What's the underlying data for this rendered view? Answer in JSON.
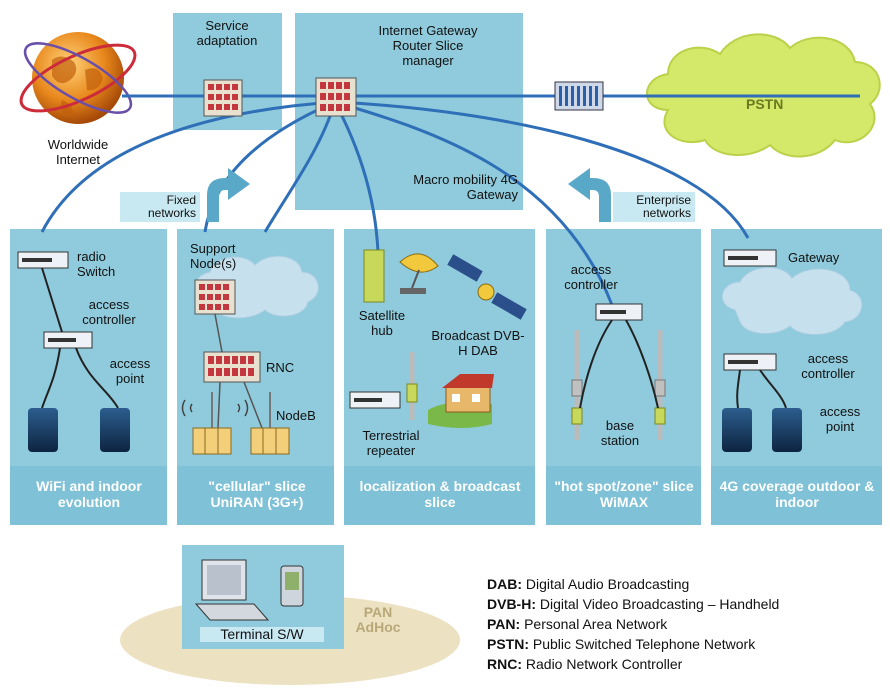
{
  "top": {
    "service_adaptation": "Service adaptation",
    "gateway_title": "Internet Gateway Router Slice manager",
    "macro_mobility": "Macro mobility 4G Gateway",
    "internet": "Worldwide Internet",
    "pstn": "PSTN",
    "fixed_networks": "Fixed networks",
    "enterprise_networks": "Enterprise networks"
  },
  "slices": {
    "wifi": {
      "labels": {
        "radio_switch": "radio Switch",
        "access_controller": "access controller",
        "access_point": "access point"
      },
      "title": "WiFi and indoor evolution"
    },
    "cellular": {
      "labels": {
        "support_node": "Support Node(s)",
        "rnc": "RNC",
        "nodeb": "NodeB"
      },
      "title": "\"cellular\" slice UniRAN (3G+)"
    },
    "broadcast": {
      "labels": {
        "satellite_hub": "Satellite hub",
        "broadcast": "Broadcast DVB-H DAB",
        "terrestrial_repeater": "Terrestrial repeater"
      },
      "title": "localization & broadcast slice"
    },
    "wimax": {
      "labels": {
        "access_controller": "access controller",
        "base_station": "base station"
      },
      "title": "\"hot spot/zone\" slice WiMAX"
    },
    "fourg": {
      "labels": {
        "gateway": "Gateway",
        "access_controller": "access controller",
        "access_point": "access point"
      },
      "title": "4G coverage outdoor & indoor"
    }
  },
  "pan": {
    "terminal": "Terminal S/W",
    "label": "PAN AdHoc"
  },
  "legend": [
    {
      "abbr": "DAB:",
      "text": "Digital Audio Broadcasting"
    },
    {
      "abbr": "DVB-H:",
      "text": "Digital Video Broadcasting – Handheld"
    },
    {
      "abbr": "PAN:",
      "text": "Personal Area Network"
    },
    {
      "abbr": "PSTN:",
      "text": "Public Switched Telephone Network"
    },
    {
      "abbr": "RNC:",
      "text": "Radio Network Controller"
    }
  ],
  "colors": {
    "panel": "#8fcbdc",
    "band": "#7fc1d6",
    "link": "#2f6fb8",
    "cloud": "#d4e86a",
    "pan": "#ece2c2"
  }
}
